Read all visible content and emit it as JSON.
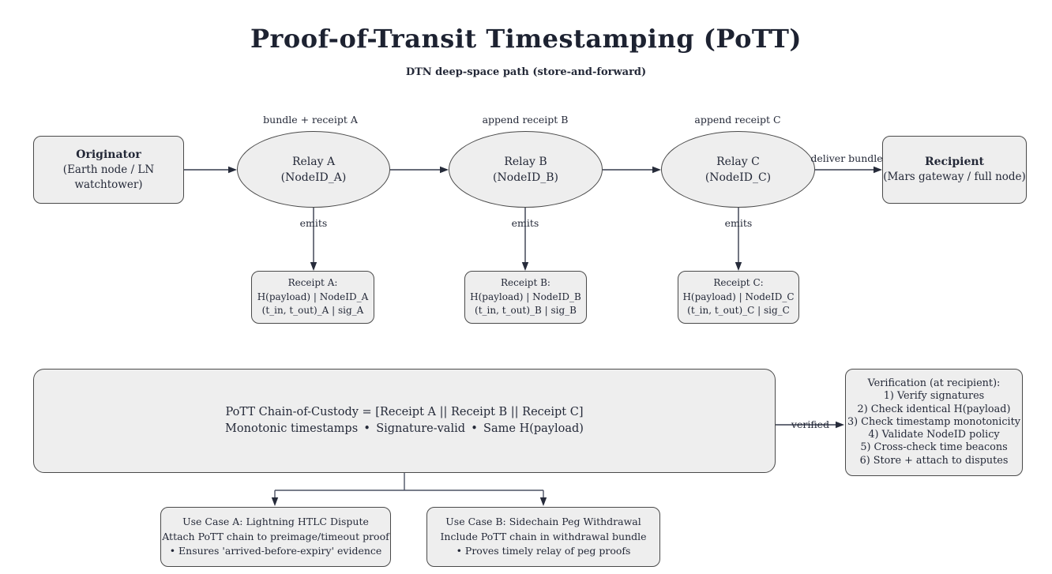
{
  "header": {
    "title": "Proof-of-Transit Timestamping (PoTT)",
    "subtitle": "DTN deep-space path (store-and-forward)"
  },
  "flow": {
    "originator": {
      "name": "Originator",
      "desc": "(Earth node / LN watchtower)"
    },
    "recipient": {
      "name": "Recipient",
      "desc": "(Mars gateway / full node)"
    },
    "deliver_label": "deliver bundle",
    "relays": [
      {
        "name": "Relay A",
        "node_id": "(NodeID_A)",
        "in_label": "bundle + receipt A",
        "emits_label": "emits",
        "receipt": [
          "Receipt A:",
          "H(payload) | NodeID_A",
          "(t_in, t_out)_A | sig_A"
        ]
      },
      {
        "name": "Relay B",
        "node_id": "(NodeID_B)",
        "in_label": "append receipt B",
        "emits_label": "emits",
        "receipt": [
          "Receipt B:",
          "H(payload) | NodeID_B",
          "(t_in, t_out)_B | sig_B"
        ]
      },
      {
        "name": "Relay C",
        "node_id": "(NodeID_C)",
        "in_label": "append receipt C",
        "emits_label": "emits",
        "receipt": [
          "Receipt C:",
          "H(payload) | NodeID_C",
          "(t_in, t_out)_C | sig_C"
        ]
      }
    ]
  },
  "custody": {
    "line1": "PoTT Chain-of-Custody = [Receipt A || Receipt B || Receipt C]",
    "line2": "Monotonic timestamps • Signature-valid • Same H(payload)"
  },
  "verified_label": "verified",
  "verification": {
    "lines": [
      "Verification (at recipient):",
      "1) Verify signatures",
      "2) Check identical H(payload)",
      "3) Check timestamp monotonicity",
      "4) Validate NodeID policy",
      "5) Cross-check time beacons",
      "6) Store + attach to disputes"
    ]
  },
  "use_cases": [
    {
      "lines": [
        "Use Case A: Lightning HTLC Dispute",
        "Attach PoTT chain to preimage/timeout proof",
        "• Ensures 'arrived-before-expiry' evidence"
      ]
    },
    {
      "lines": [
        "Use Case B: Sidechain Peg Withdrawal",
        "Include PoTT chain in withdrawal bundle",
        "• Proves timely relay of peg proofs"
      ]
    }
  ],
  "colors": {
    "node_fill": "#eeeeee",
    "node_border": "#4a4a4a",
    "edge": "#363c4d",
    "arrowhead": "#262b3a",
    "text": "#242938"
  }
}
